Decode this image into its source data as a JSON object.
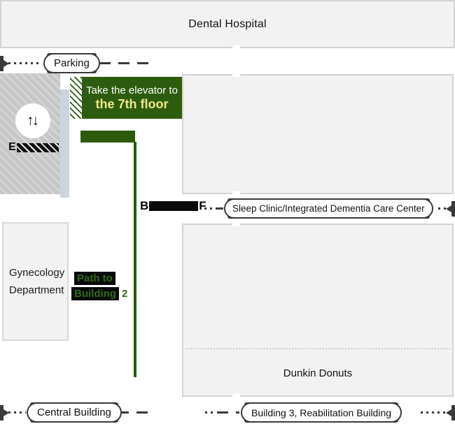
{
  "title": "Dental Hospital",
  "colors": {
    "accent_green": "#2d5c0e",
    "path_green": "#2b5a0c",
    "highlight_yellow": "#f0e68c",
    "connector_dark": "#3a3a3a",
    "building_fill": "#f2f2f2",
    "elevator_block_fill": "#c8c8c8",
    "blue_strip": "#ccd4de"
  },
  "header": {
    "title": "Dental Hospital"
  },
  "parking": {
    "label": "Parking"
  },
  "banner": {
    "line1": "Take the elevator to",
    "line2": "the 7th floor"
  },
  "elevator_area": {
    "arrows": "↑↓",
    "label_prefix": "E"
  },
  "floor_row": {
    "prefix": "B",
    "suffix": "F",
    "pill": "Sleep Clinic/Integrated Dementia Care Center"
  },
  "gynecology": {
    "line1": "Gynecology",
    "line2": "Department"
  },
  "path_label": {
    "line1": "Path to",
    "line2": "Building",
    "suffix": "2"
  },
  "lower_building": {
    "tenant": "Dunkin Donuts"
  },
  "bottom_row": {
    "central": "Central Building",
    "building3": "Building 3, Reabilitation Building"
  }
}
